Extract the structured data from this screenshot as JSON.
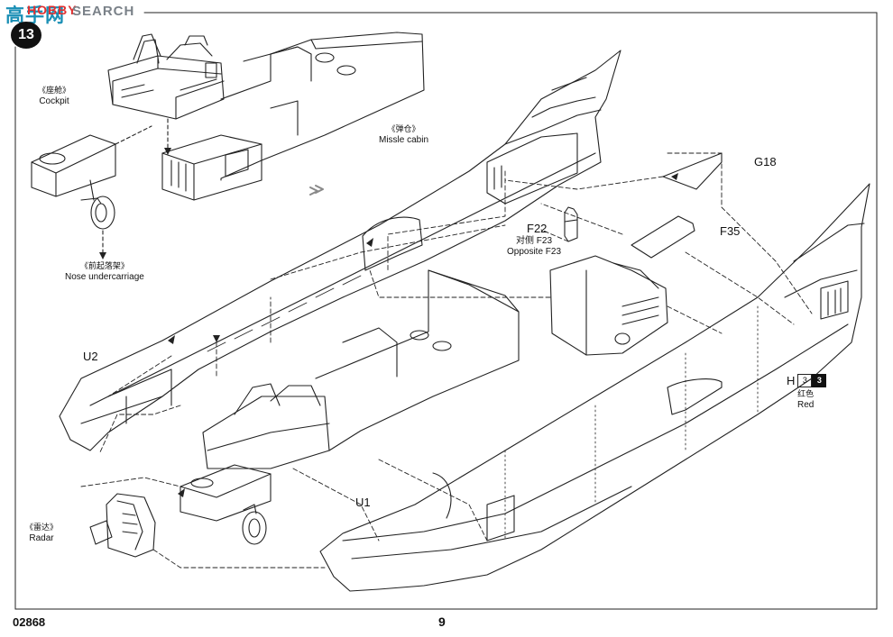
{
  "watermark": {
    "cn": "高手网",
    "hobby": "HOBBY",
    "search": "SEARCH"
  },
  "step_number": "13",
  "labels": {
    "cockpit": {
      "cn": "《座舱》",
      "en": "Cockpit"
    },
    "missile_cabin": {
      "cn": "《弹仓》",
      "en": "Missle cabin"
    },
    "nose_undercarriage": {
      "cn": "《前起落架》",
      "en": "Nose undercarriage"
    },
    "radar": {
      "cn": "《雷达》",
      "en": "Radar"
    },
    "color": {
      "cn": "红色",
      "en": "Red"
    }
  },
  "parts": {
    "g18": "G18",
    "f35": "F35",
    "f22": "F22",
    "f23_cn": "对侧 F23",
    "f23_en": "Opposite F23",
    "u2": "U2",
    "u1": "U1",
    "h": "H"
  },
  "color_codes": {
    "outline": "3",
    "filled": "3"
  },
  "footer": {
    "code": "02868",
    "page": "9"
  }
}
